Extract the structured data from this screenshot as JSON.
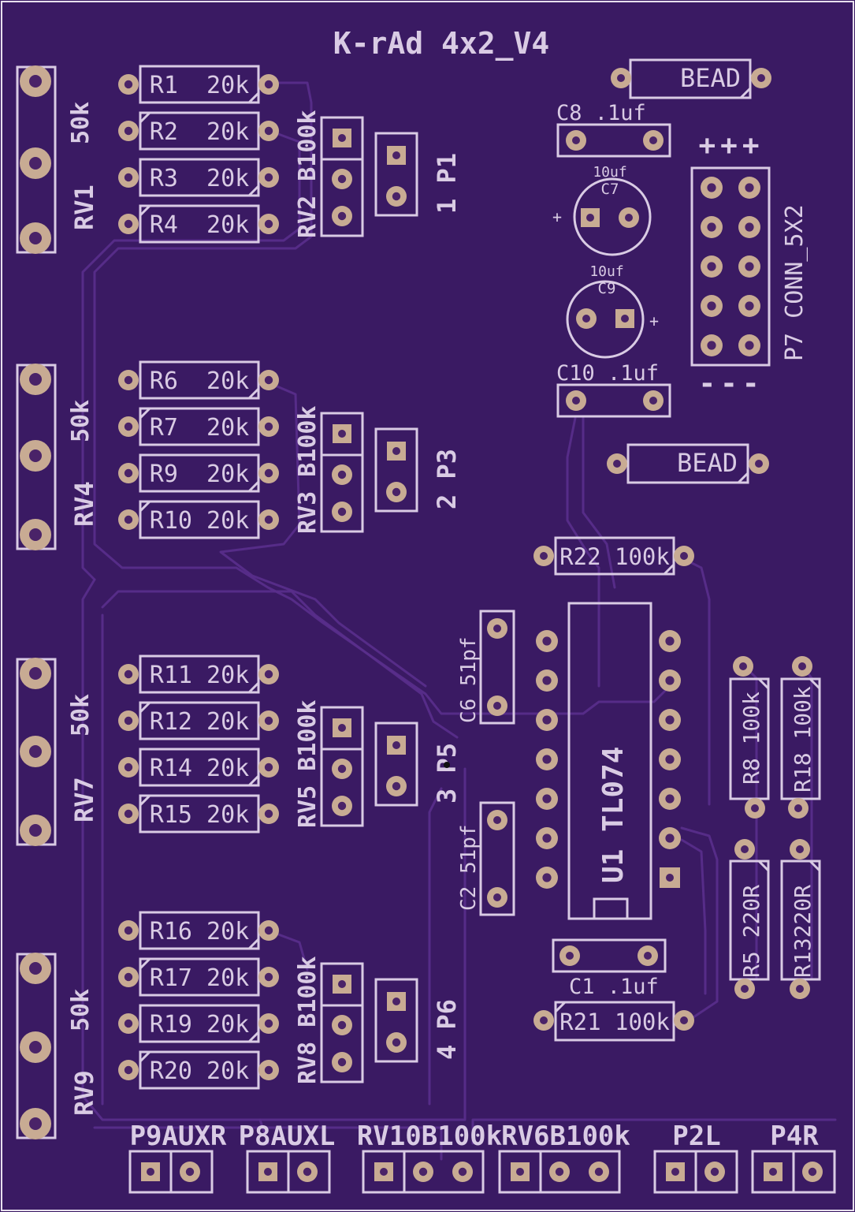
{
  "board": {
    "title": "K-rAd  4x2_V4",
    "colors": {
      "board": "#3a1a63",
      "silk": "#d9cbe4",
      "pad": "#c8ab93",
      "trace": "#5a2f8c"
    }
  },
  "pots": [
    {
      "ref": "RV1",
      "value": "50k"
    },
    {
      "ref": "RV4",
      "value": "50k"
    },
    {
      "ref": "RV7",
      "value": "50k"
    },
    {
      "ref": "RV9",
      "value": "50k"
    }
  ],
  "resistor_groups": [
    [
      "R1  20k",
      "R2  20k",
      "R3  20k",
      "R4  20k"
    ],
    [
      "R6  20k",
      "R7  20k",
      "R9  20k",
      "R10 20k"
    ],
    [
      "R11 20k",
      "R12 20k",
      "R14 20k",
      "R15 20k"
    ],
    [
      "R16 20k",
      "R17 20k",
      "R19 20k",
      "R20 20k"
    ]
  ],
  "trimmers": [
    "RV2 B100k",
    "RV3 B100k",
    "RV5 B100k",
    "RV8 B100k"
  ],
  "jumpers": [
    {
      "ref": "P1",
      "num": "1"
    },
    {
      "ref": "P3",
      "num": "2"
    },
    {
      "ref": "P5",
      "num": "3"
    },
    {
      "ref": "P6",
      "num": "4"
    }
  ],
  "beads": [
    "BEAD",
    "BEAD"
  ],
  "caps": {
    "c8": "C8  .1uf",
    "c10": "C10 .1uf",
    "c1": "C1   .1uf",
    "c7_value": "10uf",
    "c7_ref": "C7",
    "c9_value": "10uf",
    "c9_ref": "C9",
    "c6": "C6  51pf",
    "c2": "C2 51pf",
    "plus": "+"
  },
  "connector": {
    "label": "P7 CONN_5X2",
    "top_marks": "+++",
    "bottom_marks": "---"
  },
  "resistors_misc": {
    "r22": "R22 100k",
    "r21": "R21 100k",
    "r8": "R8 100k",
    "r18": "R18 100k",
    "r5": "R5  220R",
    "r13": "R13220R"
  },
  "ic": {
    "label": "U1  TL074"
  },
  "bottom_headers": [
    "P9AUXR",
    "P8AUXL",
    "RV10B100k",
    "RV6B100k",
    "P2L",
    "P4R"
  ]
}
